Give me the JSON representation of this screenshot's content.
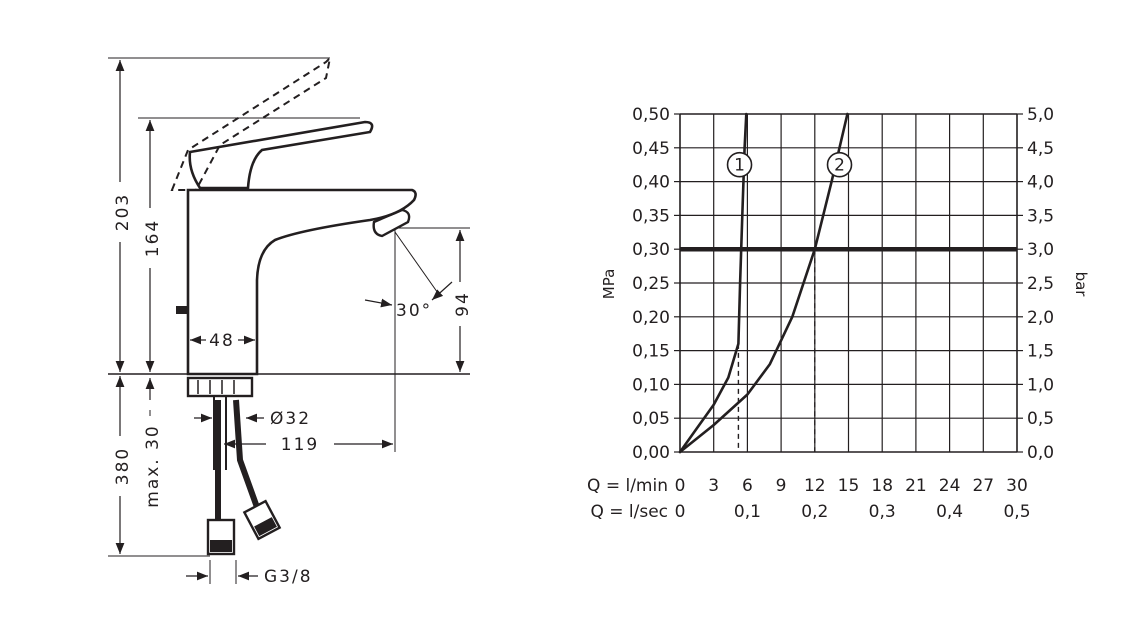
{
  "drawing": {
    "dimensions": {
      "total_height": "203",
      "lever_height": "164",
      "spout_height": "94",
      "body_width": "48",
      "thread_diameter": "Ø32",
      "spout_reach": "119",
      "below_deck": "380",
      "max_deck_thickness": "max. 30",
      "connection_thread": "G3/8",
      "spray_angle": "30°"
    }
  },
  "chart_data": {
    "type": "line",
    "x_min_ticks": [
      "0",
      "3",
      "6",
      "9",
      "12",
      "15",
      "18",
      "21",
      "24",
      "27",
      "30"
    ],
    "x_sec_ticks": [
      "0",
      "0,1",
      "0,2",
      "0,3",
      "0,4",
      "0,5"
    ],
    "y_left_ticks": [
      "0,00",
      "0,05",
      "0,10",
      "0,15",
      "0,20",
      "0,25",
      "0,30",
      "0,35",
      "0,40",
      "0,45",
      "0,50"
    ],
    "y_right_ticks": [
      "0,0",
      "0,5",
      "1,0",
      "1,5",
      "2,0",
      "2,5",
      "3,0",
      "3,5",
      "4,0",
      "4,5",
      "5,0"
    ],
    "x_label_min": "Q = l/min",
    "x_label_sec": "Q = l/sec",
    "y_left_label": "MPa",
    "y_right_label": "bar",
    "xlim": [
      0,
      30
    ],
    "ylim": [
      0,
      0.5
    ],
    "reference_pressure": 0.3,
    "series": [
      {
        "marker": "1",
        "points": [
          [
            0,
            0
          ],
          [
            1.5,
            0.035
          ],
          [
            3,
            0.07
          ],
          [
            4.3,
            0.11
          ],
          [
            5.2,
            0.16
          ],
          [
            5.35,
            0.25
          ],
          [
            5.55,
            0.35
          ],
          [
            5.75,
            0.45
          ],
          [
            5.9,
            0.5
          ]
        ],
        "marker_at": [
          5.3,
          0.425
        ],
        "drop_at": 5.2
      },
      {
        "marker": "2",
        "points": [
          [
            0,
            0
          ],
          [
            3,
            0.04
          ],
          [
            6,
            0.085
          ],
          [
            8,
            0.13
          ],
          [
            10,
            0.2
          ],
          [
            12,
            0.3
          ],
          [
            13.5,
            0.4
          ],
          [
            14.9,
            0.5
          ]
        ],
        "marker_at": [
          14.2,
          0.425
        ],
        "drop_at": 12
      }
    ]
  }
}
